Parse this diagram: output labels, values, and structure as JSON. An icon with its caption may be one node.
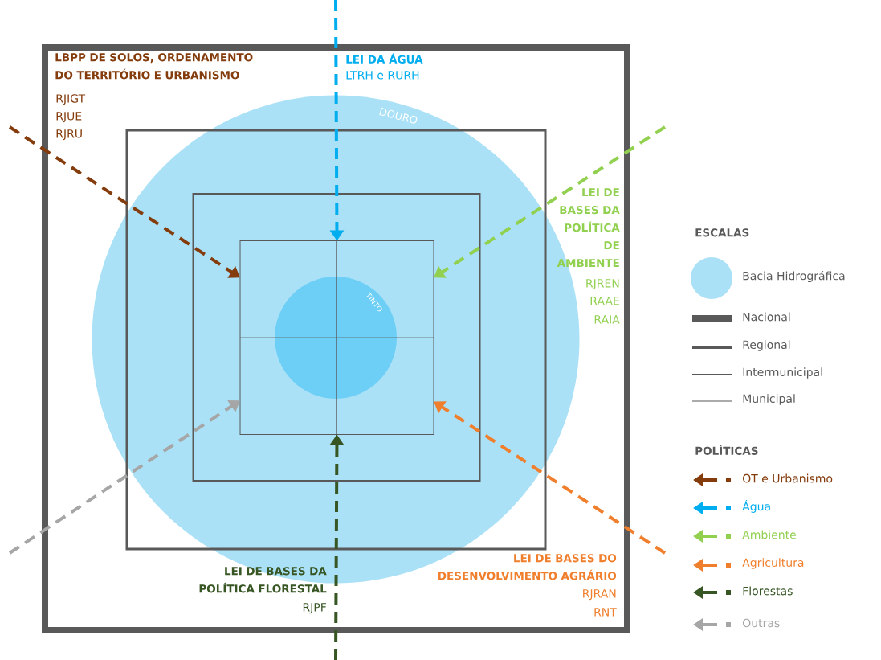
{
  "diagram": {
    "nodes": [
      {
        "text": [],
        "shape": "box"
      },
      {
        "text": [
          "DOURO"
        ],
        "in": 0
      },
      {
        "text": [],
        "shape": "box",
        "in": 1
      },
      {
        "text": [],
        "shape": "box",
        "in": 2
      },
      {
        "text": [],
        "shape": "box",
        "in": 3
      },
      {
        "text": [
          "TINTO"
        ],
        "in": 4
      }
    ],
    "edges": [
      {
        "from": null,
        "to": 4,
        "arrow": "to",
        "style": "dashed",
        "color": "#843c0c"
      },
      {
        "from": null,
        "to": 4,
        "arrow": "to",
        "style": "dashed",
        "color": "#00aeef"
      },
      {
        "from": null,
        "to": 4,
        "arrow": "to",
        "style": "dashed",
        "color": "#92d050"
      },
      {
        "from": null,
        "to": 4,
        "arrow": "to",
        "style": "dashed",
        "color": "#f07f2d"
      },
      {
        "from": null,
        "to": 4,
        "arrow": "to",
        "style": "dashed",
        "color": "#375623"
      },
      {
        "from": null,
        "to": 4,
        "arrow": "to",
        "style": "dashed",
        "color": "#a6a6a6"
      }
    ],
    "labels": [
      "LBPP DE SOLOS, ORDENAMENTO DO TERRITÓRIO E URBANISMO",
      "RJIGT",
      "RJUE",
      "RJRU",
      "LEI DA ÁGUA",
      "LTRH e RURH",
      "LEI DE BASES DA POLÍTICA DE AMBIENTE",
      "RJREN",
      "RAAE",
      "RAIA",
      "ESCALAS",
      "LEI DE BASES DA POLÍTICA FLORESTAL",
      "RJPF",
      "LEI DE BASES DO DESENVOLVIMENTO AGRÁRIO",
      "RJRAN",
      "RNT",
      "POLÍTICAS"
    ],
    "legend": [
      {
        "text": "Bacia Hidrográfica",
        "color": "#aae1f7"
      },
      {
        "text": "Nacional"
      },
      {
        "text": "Regional"
      },
      {
        "text": "Intermunicipal"
      },
      {
        "text": "Municipal"
      },
      {
        "text": "OT e Urbanismo"
      },
      {
        "text": "Água"
      },
      {
        "text": "Ambiente"
      },
      {
        "text": "Agricultura"
      },
      {
        "text": "Florestas"
      },
      {
        "text": "Outras"
      }
    ]
  }
}
